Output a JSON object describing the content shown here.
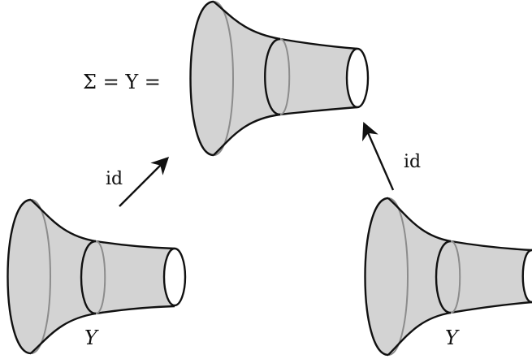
{
  "labels": {
    "top_equation": "Σ = Y =",
    "left_arrow": "id",
    "right_arrow": "id",
    "left_surface": "Y",
    "right_surface": "Y"
  },
  "colors": {
    "surface_fill": "#d3d3d3",
    "outline": "#111111",
    "hidden_curve": "#8c8c8c",
    "mouth_fill": "#ffffff"
  }
}
